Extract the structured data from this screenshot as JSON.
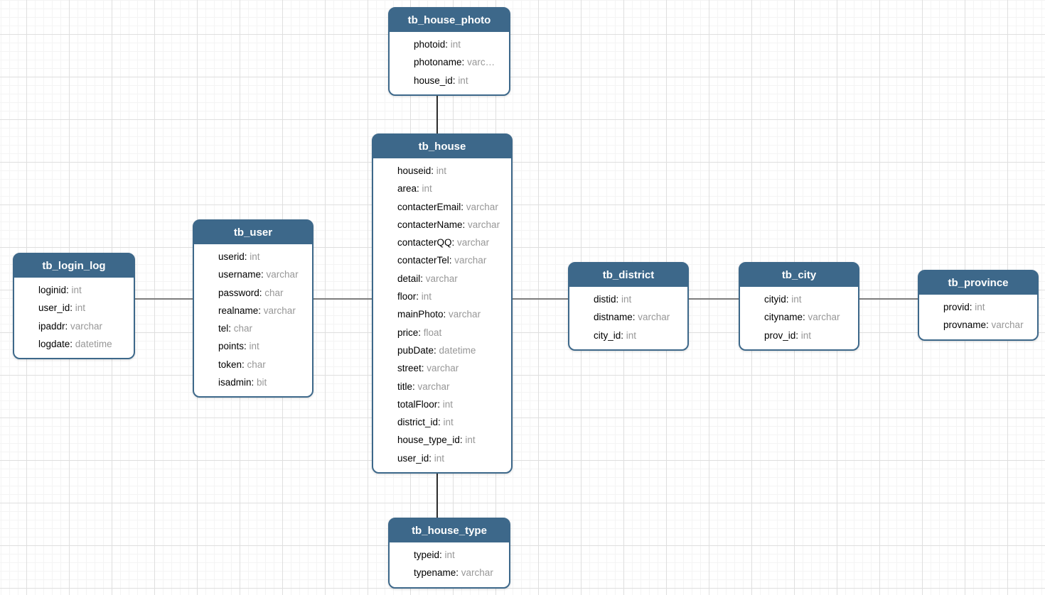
{
  "diagram": {
    "colors": {
      "header_bg": "#3d688a",
      "header_text": "#ffffff",
      "body_bg": "#ffffff",
      "node_border": "#3d688a",
      "field_name_text": "#000000",
      "field_type_text": "#979797",
      "connector_horizontal": "#7d7d7d",
      "connector_vertical": "#2e2e2e",
      "grid_minor": "#f4f4f4",
      "grid_major": "#dfdfdf"
    },
    "tables": [
      {
        "id": "tb_login_log",
        "title": "tb_login_log",
        "fields": [
          {
            "name": "loginid",
            "type": "int"
          },
          {
            "name": "user_id",
            "type": "int"
          },
          {
            "name": "ipaddr",
            "type": "varchar"
          },
          {
            "name": "logdate",
            "type": "datetime"
          }
        ]
      },
      {
        "id": "tb_user",
        "title": "tb_user",
        "fields": [
          {
            "name": "userid",
            "type": "int"
          },
          {
            "name": "username",
            "type": "varchar"
          },
          {
            "name": "password",
            "type": "char"
          },
          {
            "name": "realname",
            "type": "varchar"
          },
          {
            "name": "tel",
            "type": "char"
          },
          {
            "name": "points",
            "type": "int"
          },
          {
            "name": "token",
            "type": "char"
          },
          {
            "name": "isadmin",
            "type": "bit"
          }
        ]
      },
      {
        "id": "tb_house_photo",
        "title": "tb_house_photo",
        "fields": [
          {
            "name": "photoid",
            "type": "int"
          },
          {
            "name": "photoname",
            "type": "varc…"
          },
          {
            "name": "house_id",
            "type": "int"
          }
        ]
      },
      {
        "id": "tb_house",
        "title": "tb_house",
        "fields": [
          {
            "name": "houseid",
            "type": "int"
          },
          {
            "name": "area",
            "type": "int"
          },
          {
            "name": "contacterEmail",
            "type": "varchar"
          },
          {
            "name": "contacterName",
            "type": "varchar"
          },
          {
            "name": "contacterQQ",
            "type": "varchar"
          },
          {
            "name": "contacterTel",
            "type": "varchar"
          },
          {
            "name": "detail",
            "type": "varchar"
          },
          {
            "name": "floor",
            "type": "int"
          },
          {
            "name": "mainPhoto",
            "type": "varchar"
          },
          {
            "name": "price",
            "type": "float"
          },
          {
            "name": "pubDate",
            "type": "datetime"
          },
          {
            "name": "street",
            "type": "varchar"
          },
          {
            "name": "title",
            "type": "varchar"
          },
          {
            "name": "totalFloor",
            "type": "int"
          },
          {
            "name": "district_id",
            "type": "int"
          },
          {
            "name": "house_type_id",
            "type": "int"
          },
          {
            "name": "user_id",
            "type": "int"
          }
        ]
      },
      {
        "id": "tb_district",
        "title": "tb_district",
        "fields": [
          {
            "name": "distid",
            "type": "int"
          },
          {
            "name": "distname",
            "type": "varchar"
          },
          {
            "name": "city_id",
            "type": "int"
          }
        ]
      },
      {
        "id": "tb_city",
        "title": "tb_city",
        "fields": [
          {
            "name": "cityid",
            "type": "int"
          },
          {
            "name": "cityname",
            "type": "varchar"
          },
          {
            "name": "prov_id",
            "type": "int"
          }
        ]
      },
      {
        "id": "tb_province",
        "title": "tb_province",
        "fields": [
          {
            "name": "provid",
            "type": "int"
          },
          {
            "name": "provname",
            "type": "varchar"
          }
        ]
      },
      {
        "id": "tb_house_type",
        "title": "tb_house_type",
        "fields": [
          {
            "name": "typeid",
            "type": "int"
          },
          {
            "name": "typename",
            "type": "varchar"
          }
        ]
      }
    ],
    "relationships": [
      {
        "from": "tb_login_log",
        "to": "tb_user"
      },
      {
        "from": "tb_user",
        "to": "tb_house"
      },
      {
        "from": "tb_house",
        "to": "tb_district"
      },
      {
        "from": "tb_district",
        "to": "tb_city"
      },
      {
        "from": "tb_city",
        "to": "tb_province"
      },
      {
        "from": "tb_house_photo",
        "to": "tb_house"
      },
      {
        "from": "tb_house",
        "to": "tb_house_type"
      }
    ]
  }
}
